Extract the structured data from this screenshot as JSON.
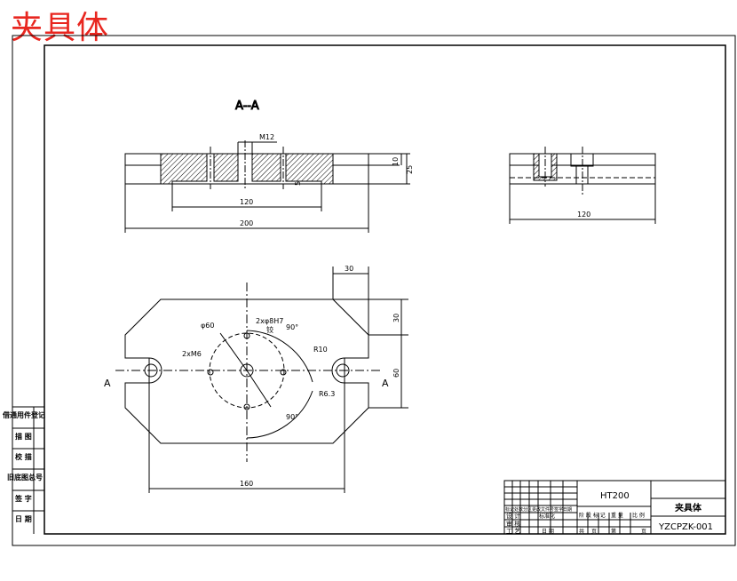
{
  "stamp_title": "夹具体",
  "section_view": {
    "title": "A--A",
    "thread_label": "M12",
    "dim_height_top": "10",
    "dim_height_total": "25",
    "dim_depth_small": "5",
    "dim_width_inner": "120",
    "dim_width_total": "200"
  },
  "side_view": {
    "dim_width": "120"
  },
  "plan_view": {
    "dim_top_corner": "30",
    "dim_right_upper": "30",
    "dim_right_lower": "60",
    "dim_bottom_width": "160",
    "pcd": "φ60",
    "pin_holes": "2xφ8H7",
    "pin_holes_sub": "铰",
    "screw_holes": "2xM6",
    "angle_top": "90°",
    "angle_bottom": "90°",
    "radius_slot": "R10",
    "surface_finish": "R6.3",
    "section_mark_left": "A",
    "section_mark_right": "A"
  },
  "left_register": {
    "rows": [
      "借通用件登记",
      "描 图",
      "校 描",
      "旧底图总号",
      "签 字",
      "日 期"
    ]
  },
  "title_block": {
    "material": "HT200",
    "part_name": "夹具体",
    "drawing_number": "YZCPZK-001",
    "row_labels_left": [
      "标记处数分区更改文件号签字日期",
      "设 计",
      "审 核",
      "工 艺"
    ],
    "mid_labels": [
      "标准化",
      "日 期"
    ],
    "right_labels": [
      "阶 段 标 记",
      "重 量",
      "比 例",
      "共",
      "页",
      "第",
      "页"
    ]
  }
}
